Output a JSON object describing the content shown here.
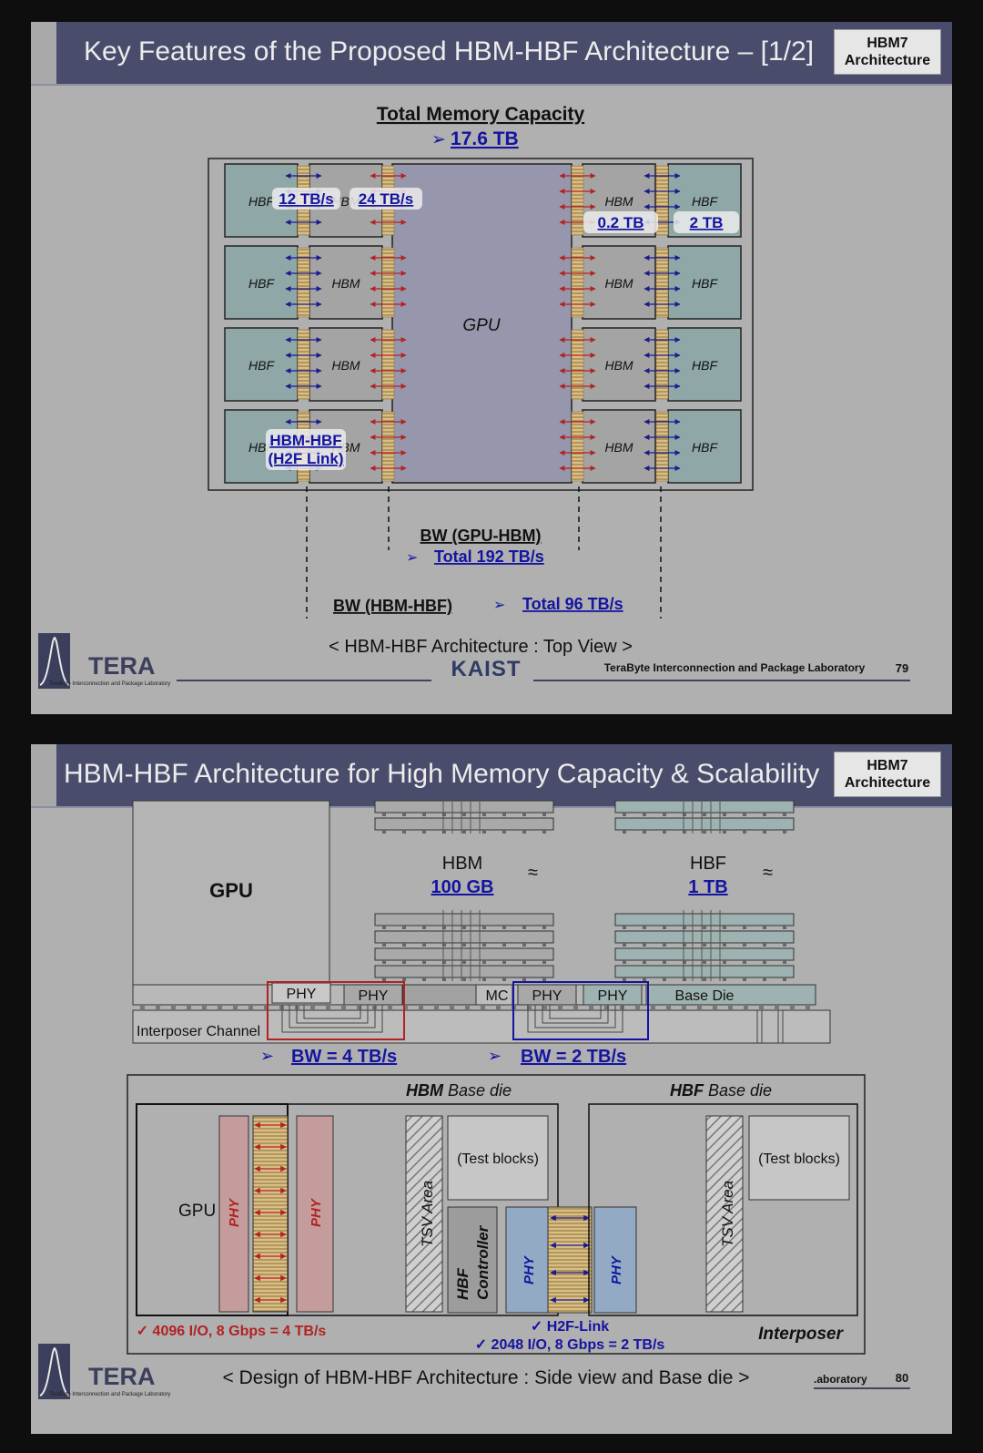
{
  "slide1": {
    "title": "Key Features of the Proposed HBM-HBF Architecture – [1/2]",
    "badge_line1": "HBM7",
    "badge_line2": "Architecture",
    "capacity_heading": "Total Memory Capacity",
    "capacity_value": "17.6 TB",
    "gpu_label": "GPU",
    "hbm_label": "HBM",
    "hbf_label": "HBF",
    "callout_12": "12 TB/s",
    "callout_24": "24 TB/s",
    "callout_hbm_cap": "0.2 TB",
    "callout_hbf_cap": "2 TB",
    "callout_link_1": "HBM-HBF",
    "callout_link_2": "(H2F Link)",
    "bw_gpu_hbm_heading": "BW (GPU-HBM)",
    "bw_gpu_hbm_value": "Total 192 TB/s",
    "bw_hbm_hbf_heading": "BW (HBM-HBF)",
    "bw_hbm_hbf_value": "Total 96 TB/s",
    "caption": "< HBM-HBF Architecture : Top View >",
    "logo_text": "TERA",
    "logo_sub": "TeraByte Interconnection and Package Laboratory",
    "kaist": "KAIST",
    "lab_name": "TeraByte Interconnection and Package Laboratory",
    "page_number": "79"
  },
  "slide2": {
    "title": "HBM-HBF Architecture for High Memory Capacity & Scalability",
    "badge_line1": "HBM7",
    "badge_line2": "Architecture",
    "gpu_label": "GPU",
    "hbm_label": "HBM",
    "hbm_capacity": "100 GB",
    "hbf_label": "HBF",
    "hbf_capacity": "1 TB",
    "wave": "≈",
    "phy": "PHY",
    "mc": "MC",
    "base_die": "Base Die",
    "interposer_channel": "Interposer Channel",
    "bw_left": "BW = 4 TB/s",
    "bw_right": "BW = 2 TB/s",
    "hbm_base_die_bold": "HBM",
    "hbf_base_die_bold": "HBF",
    "base_die_suffix": "Base die",
    "test_blocks": "(Test blocks)",
    "tsv_area": "TSV Area",
    "hbf_controller_1": "HBF",
    "hbf_controller_2": "Controller",
    "interposer": "Interposer",
    "spec_left": "✓ 4096 I/O, 8 Gbps = 4 TB/s",
    "spec_h2f": "✓ H2F-Link",
    "spec_right": "✓ 2048 I/O, 8 Gbps = 2 TB/s",
    "caption": "< Design of HBM-HBF Architecture : Side view and Base die >",
    "logo_text": "TERA",
    "logo_sub": "TeraByte Interconnection and Package Laboratory",
    "lab_name_partial": ".aboratory",
    "page_number": "80"
  },
  "colors": {
    "header": "#4a4c6c",
    "slide_bg": "#b0b0b0",
    "gpu": "#9696ac",
    "hbm": "#a4a4a4",
    "hbf": "#8fa7a7",
    "link_blue": "#1414a0",
    "arrow_red": "#b22222",
    "arrow_blue": "#1a1a8c",
    "tsv": "#d4b97d"
  }
}
